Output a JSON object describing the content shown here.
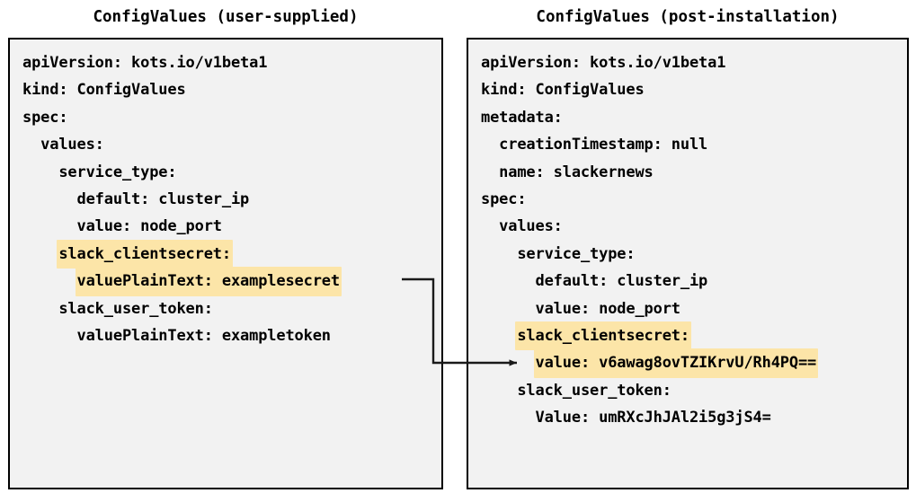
{
  "panels": [
    {
      "id": "user-supplied",
      "title": "ConfigValues (user-supplied)",
      "lines": [
        {
          "text": "apiVersion: kots.io/v1beta1",
          "highlight": false
        },
        {
          "text": "kind: ConfigValues",
          "highlight": false
        },
        {
          "text": "spec:",
          "highlight": false
        },
        {
          "text": "  values:",
          "highlight": false
        },
        {
          "text": "    service_type:",
          "highlight": false
        },
        {
          "text": "      default: cluster_ip",
          "highlight": false
        },
        {
          "text": "      value: node_port",
          "highlight": false
        },
        {
          "text": "    slack_clientsecret:",
          "highlight": true
        },
        {
          "text": "      valuePlainText: examplesecret",
          "highlight": true
        },
        {
          "text": "    slack_user_token:",
          "highlight": false
        },
        {
          "text": "      valuePlainText: exampletoken",
          "highlight": false
        }
      ]
    },
    {
      "id": "post-installation",
      "title": "ConfigValues (post-installation)",
      "lines": [
        {
          "text": "apiVersion: kots.io/v1beta1",
          "highlight": false
        },
        {
          "text": "kind: ConfigValues",
          "highlight": false
        },
        {
          "text": "metadata:",
          "highlight": false
        },
        {
          "text": "  creationTimestamp: null",
          "highlight": false
        },
        {
          "text": "  name: slackernews",
          "highlight": false
        },
        {
          "text": "spec:",
          "highlight": false
        },
        {
          "text": "  values:",
          "highlight": false
        },
        {
          "text": "    service_type:",
          "highlight": false
        },
        {
          "text": "      default: cluster_ip",
          "highlight": false
        },
        {
          "text": "      value: node_port",
          "highlight": false
        },
        {
          "text": "    slack_clientsecret:",
          "highlight": true
        },
        {
          "text": "      value: v6awag8ovTZIKrvU/Rh4PQ==",
          "highlight": true
        },
        {
          "text": "    slack_user_token:",
          "highlight": false
        },
        {
          "text": "      Value: umRXcJhJAl2i5g3jS4=",
          "highlight": false
        }
      ]
    }
  ],
  "connector": {
    "name": "secret-encryption-arrow",
    "from_label": "valuePlainText: examplesecret",
    "to_label": "value: v6awag8ovTZIKrvU/Rh4PQ==",
    "color": "#1a1a1a"
  },
  "colors": {
    "highlight": "#fce5a8",
    "panel_background": "#f2f2f2",
    "border": "#000000",
    "text": "#000000",
    "page_background": "#ffffff"
  }
}
